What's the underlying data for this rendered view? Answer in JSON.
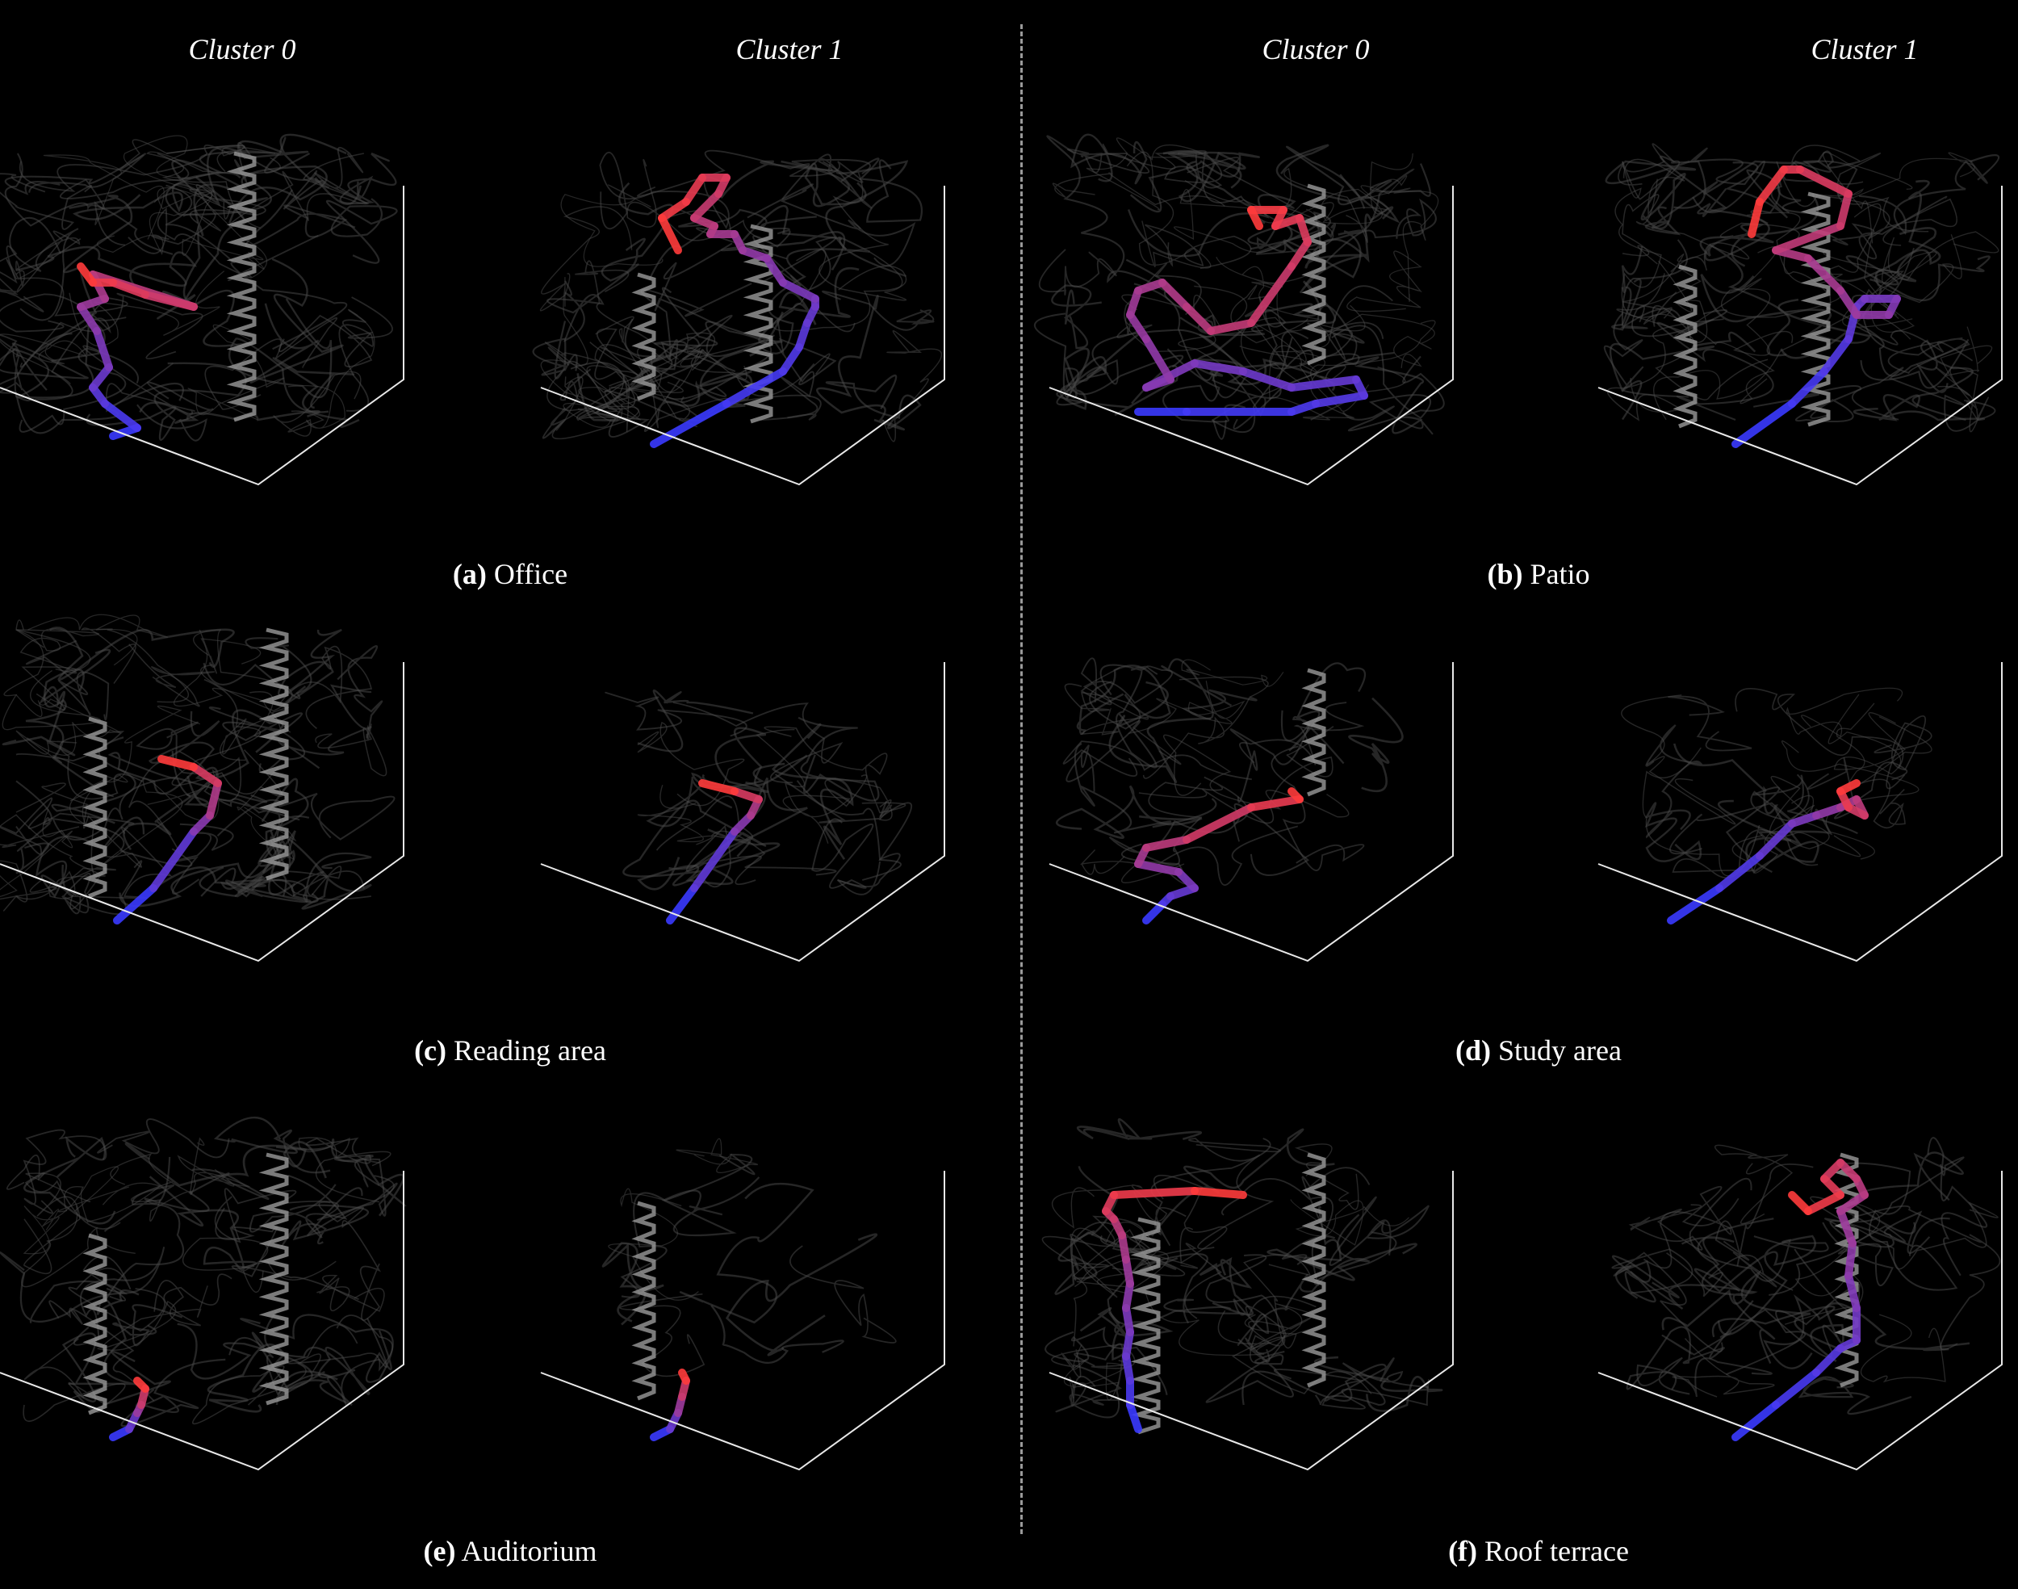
{
  "headers": {
    "left_cluster0": "Cluster 0",
    "left_cluster1": "Cluster 1",
    "right_cluster0": "Cluster 0",
    "right_cluster1": "Cluster 1"
  },
  "captions": {
    "a": {
      "label": "(a)",
      "text": "Office"
    },
    "b": {
      "label": "(b)",
      "text": "Patio"
    },
    "c": {
      "label": "(c)",
      "text": "Reading area"
    },
    "d": {
      "label": "(d)",
      "text": "Study area"
    },
    "e": {
      "label": "(e)",
      "text": "Auditorium"
    },
    "f": {
      "label": "(f)",
      "text": "Roof terrace"
    }
  },
  "colors": {
    "background": "#000000",
    "trajectory_start": "#3a3aff",
    "trajectory_end": "#ff3b3b",
    "background_traces": "#8a8a8a",
    "axis": "#e8e8e8"
  }
}
